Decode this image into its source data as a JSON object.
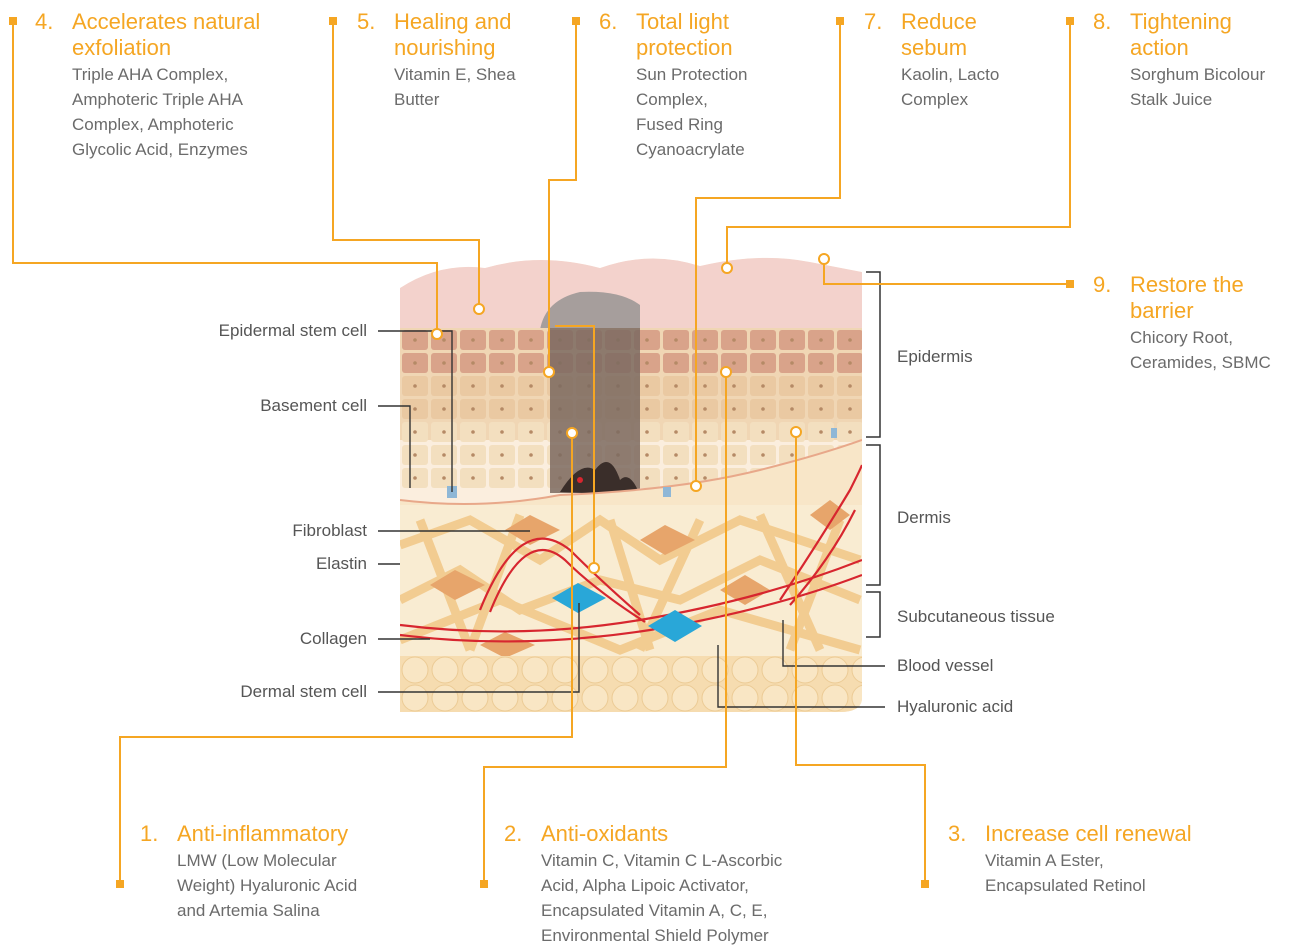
{
  "colors": {
    "accent": "#f5a623",
    "leader_line": "#333333",
    "text": "#555555",
    "epidermis": "#f2dcc0",
    "dermis": "#f8e8c8",
    "subcutaneous": "#f6dfb4",
    "blood_vessel": "#d7262f",
    "stem_cell": "#29a7d8",
    "melanocyte": "#4a3a35"
  },
  "callouts": [
    {
      "number": "1.",
      "title": "Anti-inflammatory",
      "description": "LMW (Low Molecular Weight) Hyaluronic Acid and Artemia Salina",
      "lines": [
        "LMW (Low Molecular",
        "Weight) Hyaluronic Acid",
        "and Artemia Salina"
      ]
    },
    {
      "number": "2.",
      "title": "Anti-oxidants",
      "lines": [
        "Vitamin C, Vitamin C L-Ascorbic",
        "Acid, Alpha Lipoic Activator,",
        "Encapsulated Vitamin A, C, E,",
        "Environmental Shield Polymer"
      ]
    },
    {
      "number": "3.",
      "title": "Increase cell renewal",
      "lines": [
        "Vitamin A Ester,",
        "Encapsulated Retinol"
      ]
    },
    {
      "number": "4.",
      "title_lines": [
        "Accelerates natural",
        "exfoliation"
      ],
      "lines": [
        "Triple AHA Complex,",
        "Amphoteric Triple AHA",
        "Complex, Amphoteric",
        "Glycolic Acid, Enzymes"
      ]
    },
    {
      "number": "5.",
      "title_lines": [
        "Healing and",
        "nourishing"
      ],
      "lines": [
        "Vitamin E, Shea",
        "Butter"
      ]
    },
    {
      "number": "6.",
      "title_lines": [
        "Total light",
        "protection"
      ],
      "lines": [
        "Sun Protection",
        "Complex,",
        "Fused Ring",
        "Cyanoacrylate"
      ]
    },
    {
      "number": "7.",
      "title_lines": [
        "Reduce",
        "sebum"
      ],
      "lines": [
        "Kaolin, Lacto",
        "Complex"
      ]
    },
    {
      "number": "8.",
      "title_lines": [
        "Tightening",
        "action"
      ],
      "lines": [
        "Sorghum Bicolour",
        "Stalk Juice"
      ]
    },
    {
      "number": "9.",
      "title_lines": [
        "Restore the",
        "barrier"
      ],
      "lines": [
        "Chicory Root,",
        "Ceramides, SBMC"
      ]
    }
  ],
  "left_labels": [
    "Epidermal stem cell",
    "Basement cell",
    "Fibroblast",
    "Elastin",
    "Collagen",
    "Dermal stem cell"
  ],
  "right_labels": [
    "Epidermis",
    "Dermis",
    "Subcutaneous tissue",
    "Blood vessel",
    "Hyaluronic acid"
  ]
}
